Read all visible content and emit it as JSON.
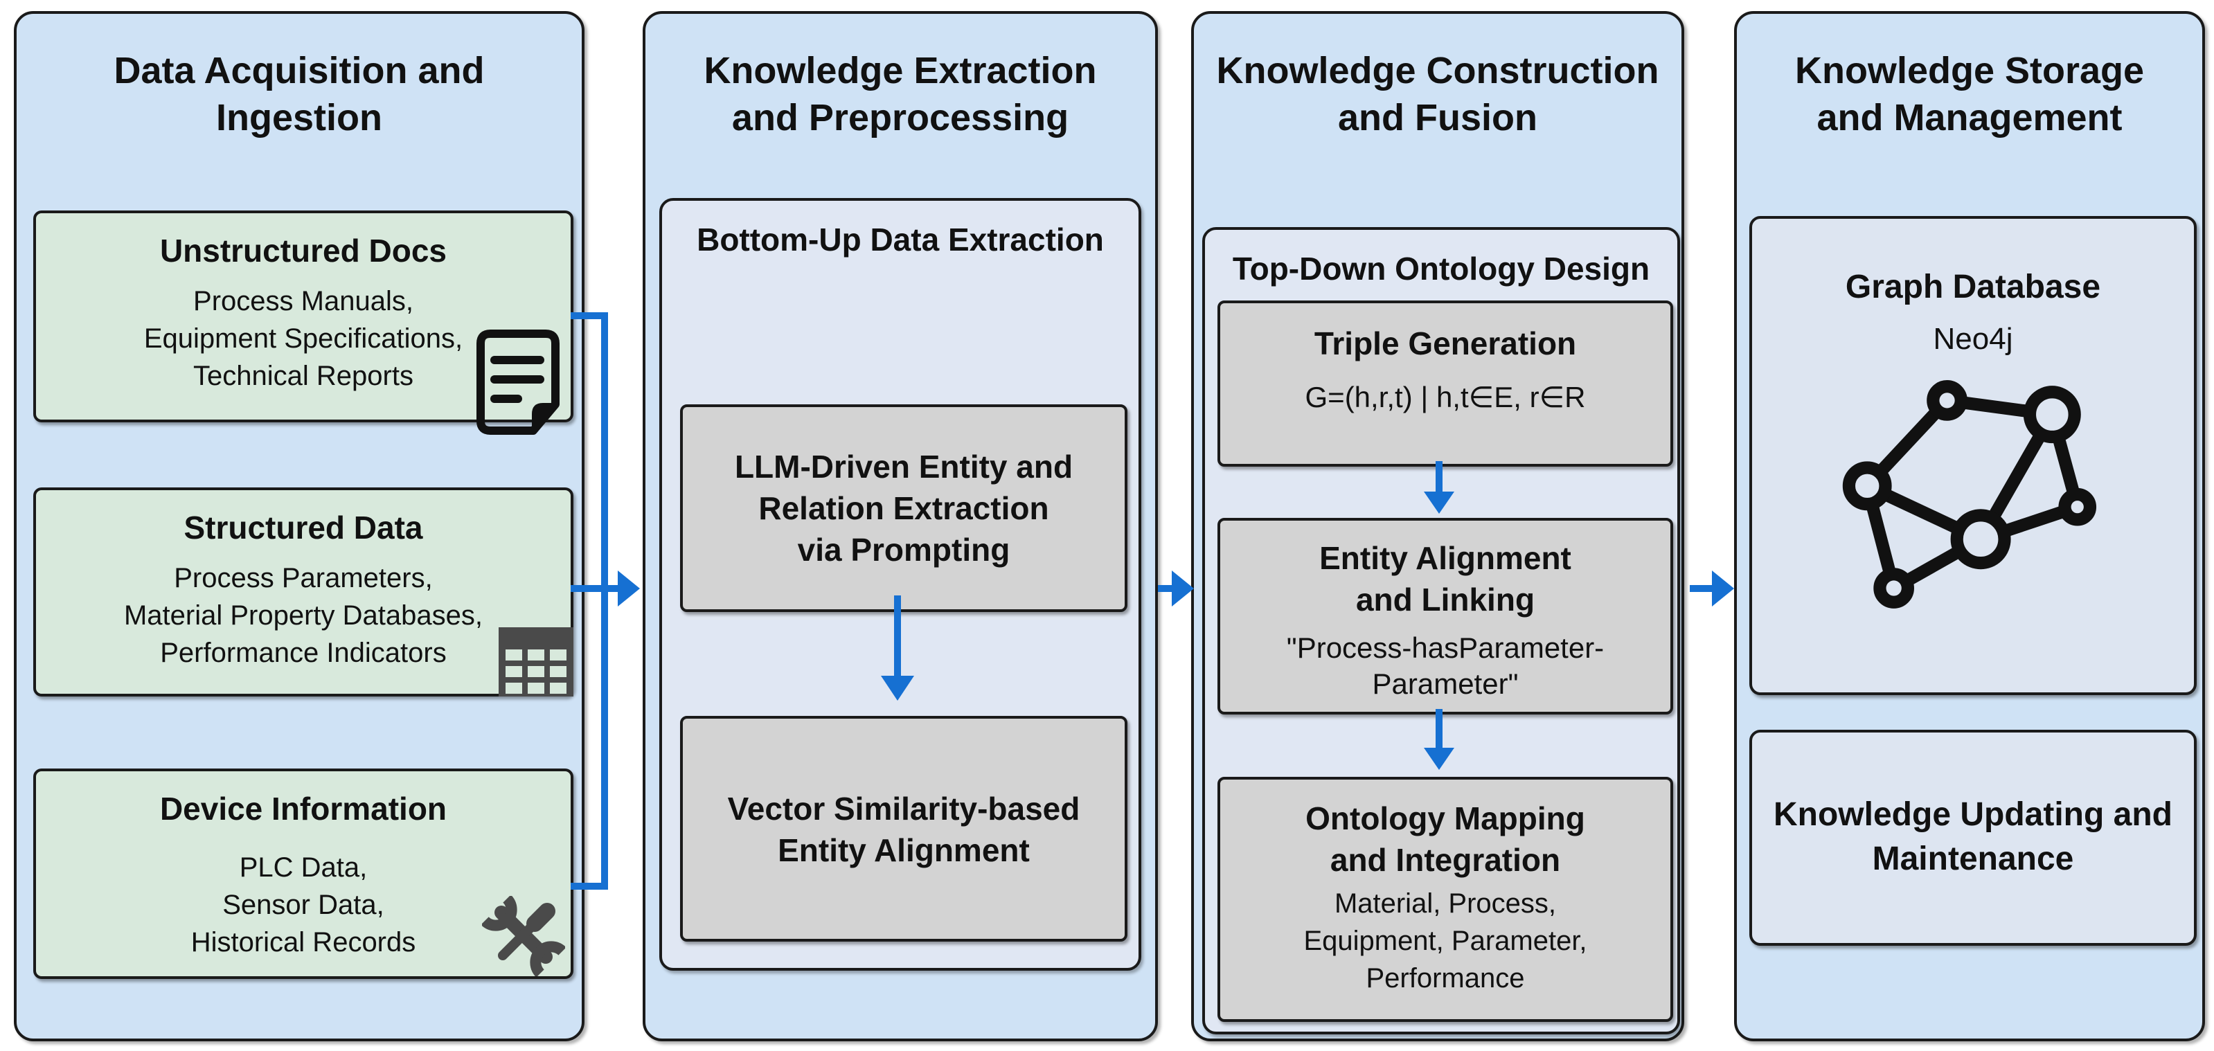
{
  "diagram": {
    "columns": [
      {
        "title": "Data Acquisition and\nIngestion",
        "boxes": [
          {
            "title": "Unstructured Docs",
            "body": "Process Manuals,\nEquipment Specifications,\nTechnical Reports",
            "icon": "document-icon"
          },
          {
            "title": "Structured Data",
            "body": "Process Parameters,\nMaterial Property Databases,\nPerformance Indicators",
            "icon": "table-icon"
          },
          {
            "title": "Device Information",
            "body": "PLC Data,\nSensor Data,\nHistorical Records",
            "icon": "tools-icon"
          }
        ]
      },
      {
        "title": "Knowledge Extraction\nand Preprocessing",
        "group_label": "Bottom-Up Data Extraction",
        "boxes": [
          {
            "title": "LLM-Driven Entity and\nRelation Extraction\nvia Prompting"
          },
          {
            "title": "Vector Similarity-based\nEntity Alignment"
          }
        ]
      },
      {
        "title": "Knowledge Construction\nand Fusion",
        "group_label": "Top-Down Ontology Design",
        "boxes": [
          {
            "title": "Triple Generation",
            "body": "G=(h,r,t) | h,t∈E, r∈R"
          },
          {
            "title": "Entity Alignment\nand Linking",
            "body": "\"Process-hasParameter-\nParameter\""
          },
          {
            "title": "Ontology Mapping\nand Integration",
            "body": "Material, Process,\nEquipment, Parameter,\nPerformance"
          }
        ]
      },
      {
        "title": "Knowledge Storage\nand Management",
        "boxes": [
          {
            "title": "Graph Database",
            "body": "Neo4j",
            "icon": "graph-network-icon"
          },
          {
            "title": "Knowledge Updating and\nMaintenance"
          }
        ]
      }
    ],
    "colors": {
      "panel_blue": "#cfe2f5",
      "inner_panel_blue": "#e0e7f3",
      "storage_box_blue": "#dde5f1",
      "source_box_green": "#d8e9dc",
      "process_box_gray": "#d3d3d3",
      "arrow_blue": "#1670d2",
      "icon_dark_gray": "#4a4a4a",
      "border_dark": "#1a1a1a"
    }
  }
}
